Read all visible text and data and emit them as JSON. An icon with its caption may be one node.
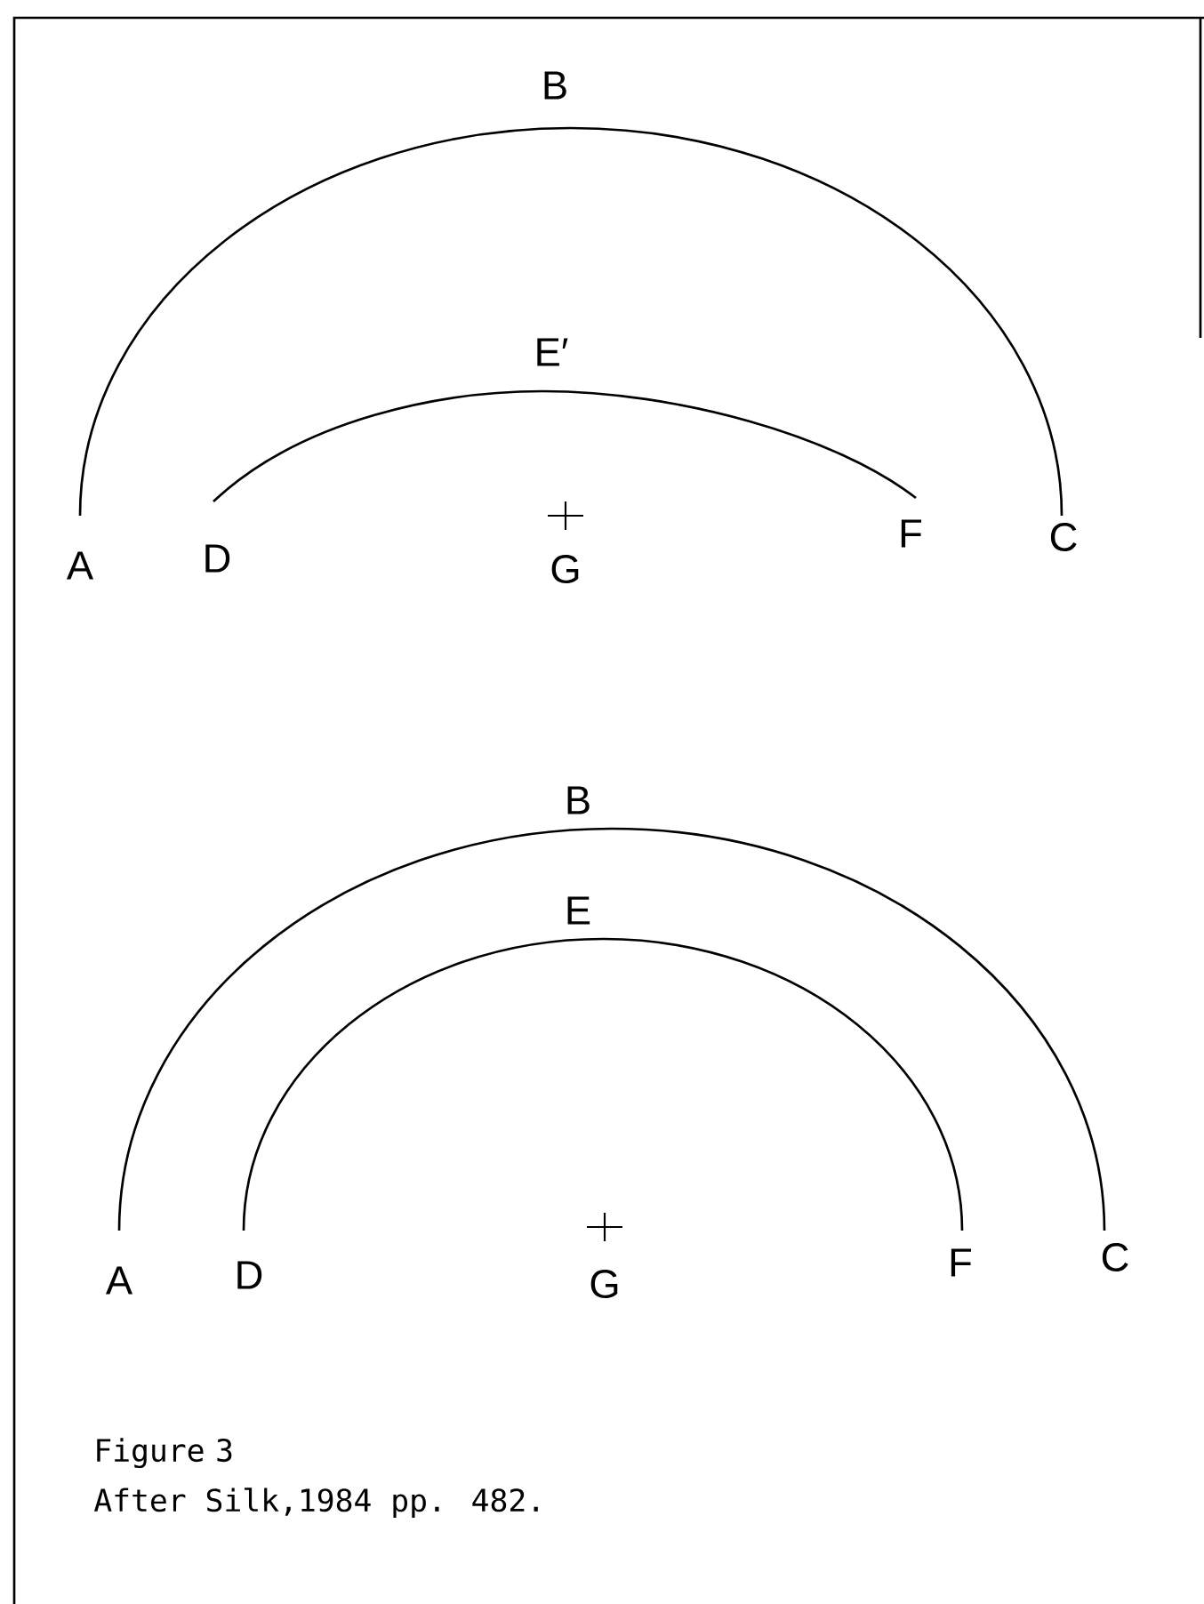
{
  "diagram": {
    "caption": "Figure 3",
    "labels": [
      "B",
      "E′",
      "A",
      "D",
      "G",
      "F",
      "C",
      "B",
      "E",
      "A",
      "D",
      "G",
      "F",
      "C",
      "After Silk,1984 pp. 482."
    ]
  }
}
